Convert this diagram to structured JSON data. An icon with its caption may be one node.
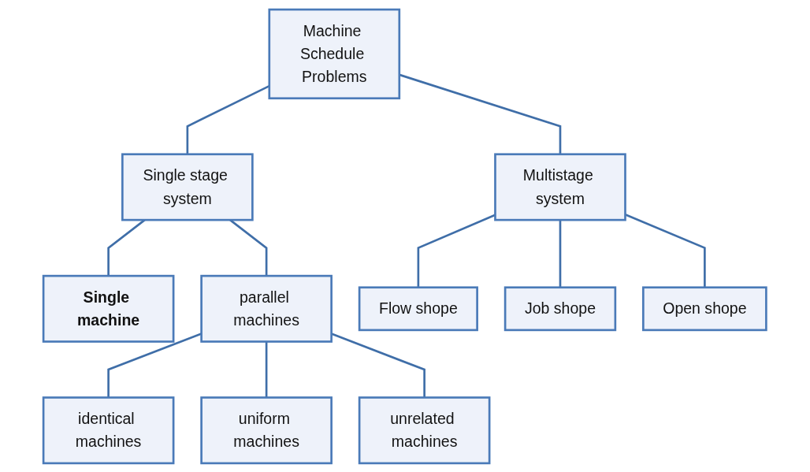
{
  "diagram": {
    "nodes": [
      {
        "text": [
          "Machine Schedule Problems"
        ]
      },
      {
        "text": [
          "Single stage system"
        ]
      },
      {
        "text": [
          "Multistage system"
        ]
      },
      {
        "text": [
          "Single machine"
        ]
      },
      {
        "text": [
          "parallel machines"
        ]
      },
      {
        "text": [
          "Flow shope"
        ]
      },
      {
        "text": [
          "Job shope"
        ]
      },
      {
        "text": [
          "Open shope"
        ]
      },
      {
        "text": [
          "identical machines"
        ]
      },
      {
        "text": [
          "uniform machines"
        ]
      },
      {
        "text": [
          "unrelated machines"
        ]
      }
    ],
    "edges": [
      {
        "from": 0,
        "to": 1,
        "arrow": "none"
      },
      {
        "from": 0,
        "to": 2,
        "arrow": "none"
      },
      {
        "from": 1,
        "to": 3,
        "arrow": "none"
      },
      {
        "from": 1,
        "to": 4,
        "arrow": "none"
      },
      {
        "from": 2,
        "to": 5,
        "arrow": "none"
      },
      {
        "from": 2,
        "to": 6,
        "arrow": "none"
      },
      {
        "from": 2,
        "to": 7,
        "arrow": "none"
      },
      {
        "from": 4,
        "to": 8,
        "arrow": "none"
      },
      {
        "from": 4,
        "to": 9,
        "arrow": "none"
      },
      {
        "from": 4,
        "to": 10,
        "arrow": "none"
      }
    ]
  }
}
